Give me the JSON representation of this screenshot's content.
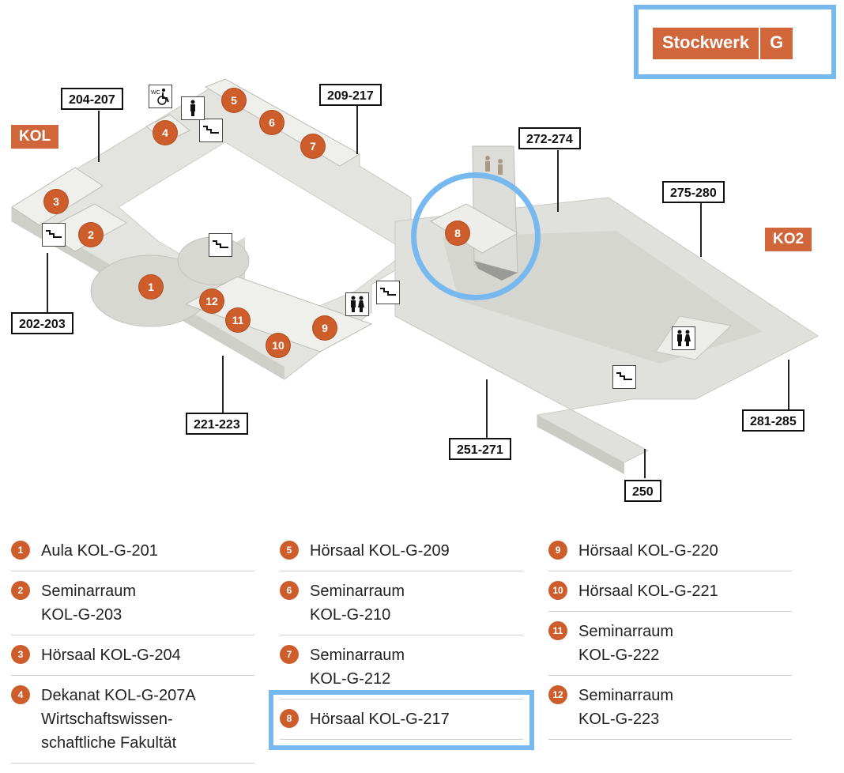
{
  "floor": {
    "word": "Stockwerk",
    "letter": "G"
  },
  "buildings": {
    "kol": "KOL",
    "ko2": "KO2"
  },
  "section_labels": [
    "204-207",
    "209-217",
    "272-274",
    "275-280",
    "202-203",
    "221-223",
    "251-271",
    "281-285",
    "250"
  ],
  "room_numbers": [
    "1",
    "2",
    "3",
    "4",
    "5",
    "6",
    "7",
    "8",
    "9",
    "10",
    "11",
    "12"
  ],
  "icons": {
    "wc": "wc-accessible-icon",
    "male": "male-toilet-icon",
    "toilets": "toilets-icon",
    "stairs": "stairs-icon",
    "elevator": "elevator-icon"
  },
  "colors": {
    "accent": "#cd5d2b",
    "highlight": "#77b9ef",
    "floor": "#e6e6e2"
  },
  "legend": [
    [
      {
        "n": "1",
        "text": "Aula KOL-G-201"
      },
      {
        "n": "2",
        "text": "Seminarraum\nKOL-G-203"
      },
      {
        "n": "3",
        "text": "Hörsaal KOL-G-204"
      },
      {
        "n": "4",
        "text": "Dekanat KOL-G-207A\nWirtschaftswissen-\nschaftliche Fakultät"
      }
    ],
    [
      {
        "n": "5",
        "text": "Hörsaal KOL-G-209"
      },
      {
        "n": "6",
        "text": "Seminarraum\nKOL-G-210"
      },
      {
        "n": "7",
        "text": "Seminarraum\nKOL-G-212"
      },
      {
        "n": "8",
        "text": "Hörsaal KOL-G-217"
      }
    ],
    [
      {
        "n": "9",
        "text": "Hörsaal KOL-G-220"
      },
      {
        "n": "10",
        "text": "Hörsaal KOL-G-221"
      },
      {
        "n": "11",
        "text": "Seminarraum\nKOL-G-222"
      },
      {
        "n": "12",
        "text": "Seminarraum\nKOL-G-223"
      }
    ]
  ]
}
